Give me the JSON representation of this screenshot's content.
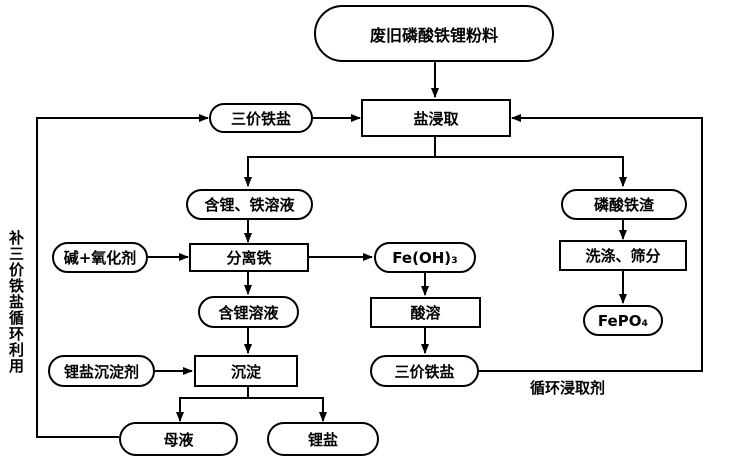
{
  "nodes": {
    "start": "废旧磷酸铁锂粉料",
    "leaching": "盐浸取",
    "ferric_salt_in": "三价铁盐",
    "li_fe_solution": "含锂、铁溶液",
    "iron_phosphate_residue": "磷酸铁渣",
    "alkali_oxidant": "碱+氧化剂",
    "separate_iron": "分离铁",
    "fe_oh3": "Fe(OH)₃",
    "wash_sieve": "洗涤、筛分",
    "li_solution": "含锂溶液",
    "acid_dissolve": "酸溶",
    "fepo4": "FePO₄",
    "li_precipitant": "锂盐沉淀剂",
    "precipitate": "沉淀",
    "ferric_salt_out": "三价铁盐",
    "mother_liquor": "母液",
    "lithium_salt": "锂盐"
  },
  "labels": {
    "recycle_leach_agent": "循环浸取剂",
    "replenish_recycle": "补三价铁盐循环利用"
  }
}
